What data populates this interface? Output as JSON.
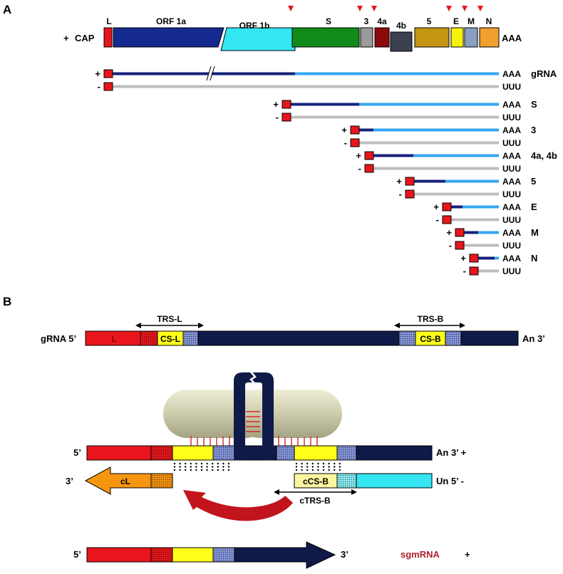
{
  "panels": {
    "a": "A",
    "b": "B"
  },
  "genome": {
    "plus": "+",
    "cap": "CAP",
    "poly_a": "AAA",
    "segments": [
      {
        "id": "leader",
        "label": "L",
        "color": "#e8161c"
      },
      {
        "id": "orf1a",
        "label": "ORF 1a",
        "color": "#152a8f"
      },
      {
        "id": "orf1b",
        "label": "ORF 1b",
        "color": "#33e6f2"
      },
      {
        "id": "s",
        "label": "S",
        "color": "#128a1a"
      },
      {
        "id": "orf3",
        "label": "3",
        "color": "#9b9b9b"
      },
      {
        "id": "orf4a",
        "label": "4a",
        "color": "#8c0a0a"
      },
      {
        "id": "orf4b",
        "label": "4b",
        "color": "#3b4150"
      },
      {
        "id": "orf5",
        "label": "5",
        "color": "#c49612"
      },
      {
        "id": "e",
        "label": "E",
        "color": "#f7f20a"
      },
      {
        "id": "m",
        "label": "M",
        "color": "#8a9fc0"
      },
      {
        "id": "n",
        "label": "N",
        "color": "#f0a02c"
      }
    ],
    "trs_marker_color": "#e8161c"
  },
  "rnas": [
    {
      "name": "gRNA",
      "plus": "+",
      "minus": "-",
      "plus_end": "AAA",
      "minus_end": "UUU"
    },
    {
      "name": "S",
      "plus": "+",
      "minus": "-",
      "plus_end": "AAA",
      "minus_end": "UUU"
    },
    {
      "name": "3",
      "plus": "+",
      "minus": "-",
      "plus_end": "AAA",
      "minus_end": "UUU"
    },
    {
      "name": "4a, 4b",
      "plus": "+",
      "minus": "-",
      "plus_end": "AAA",
      "minus_end": "UUU"
    },
    {
      "name": "5",
      "plus": "+",
      "minus": "-",
      "plus_end": "AAA",
      "minus_end": "UUU"
    },
    {
      "name": "E",
      "plus": "+",
      "minus": "-",
      "plus_end": "AAA",
      "minus_end": "UUU"
    },
    {
      "name": "M",
      "plus": "+",
      "minus": "-",
      "plus_end": "AAA",
      "minus_end": "UUU"
    },
    {
      "name": "N",
      "plus": "+",
      "minus": "-",
      "plus_end": "AAA",
      "minus_end": "UUU"
    }
  ],
  "panel_b": {
    "grna": {
      "left": "gRNA 5’",
      "right": "An 3’",
      "leader": "L",
      "cs_l": "CS-L",
      "cs_b": "CS-B",
      "trs_l": "TRS-L",
      "trs_b": "TRS-B"
    },
    "complex": {
      "plus_left": "5’",
      "plus_right": "An 3’ +",
      "minus_left": "3’",
      "minus_right": "Un 5’ -",
      "cl": "cL",
      "ccs_b": "cCS-B",
      "ctrs_b": "cTRS-B"
    },
    "sgmrna": {
      "left": "5’",
      "right": "3’",
      "name": "sgmRNA",
      "strand": "+",
      "name_color": "#b01e2e"
    },
    "colors": {
      "red": "#e8161c",
      "navy": "#0f1a48",
      "yellow": "#ffff1a",
      "pale_yellow": "#fbf5a0",
      "cyan": "#33e6f2",
      "orange": "#f6960f",
      "arrow": "#c2141c"
    }
  }
}
